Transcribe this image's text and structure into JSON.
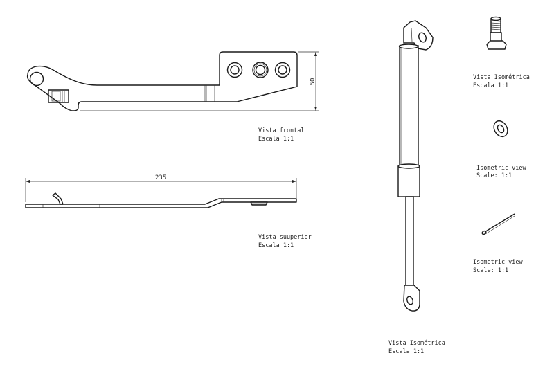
{
  "views": {
    "front": {
      "title": "Vista frontal",
      "scale": "Escala 1:1",
      "dimension_height": "50"
    },
    "top": {
      "title": "Vista suuperior",
      "scale": "Escala 1:1",
      "dimension_length": "235"
    },
    "gas_strut": {
      "title": "Vista Isométrica",
      "scale": "Escala 1:1"
    },
    "bolt": {
      "title": "Vista Isométrica",
      "scale": "Escala 1:1"
    },
    "washer": {
      "title": "Isometric view",
      "scale": "Scale:  1:1"
    },
    "cotter_pin": {
      "title": "Isometric view",
      "scale": "Scale:  1:1"
    }
  }
}
